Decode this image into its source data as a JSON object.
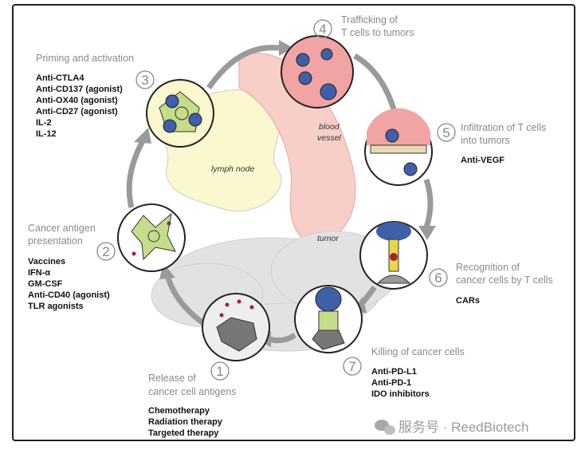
{
  "steps": [
    {
      "number": "1",
      "title": [
        "Release of",
        "cancer cell antigens"
      ],
      "therapies": [
        "Chemotherapy",
        "Radiation therapy",
        "Targeted therapy"
      ]
    },
    {
      "number": "2",
      "title": [
        "Cancer antigen",
        "presentation"
      ],
      "therapies": [
        "Vaccines",
        "IFN-α",
        "GM-CSF",
        "Anti-CD40 (agonist)",
        "TLR agonists"
      ]
    },
    {
      "number": "3",
      "title": [
        "Priming and activation"
      ],
      "therapies": [
        "Anti-CTLA4",
        "Anti-CD137 (agonist)",
        "Anti-OX40 (agonist)",
        "Anti-CD27 (agonist)",
        "IL-2",
        "IL-12"
      ]
    },
    {
      "number": "4",
      "title": [
        "Trafficking of",
        "T cells to tumors"
      ],
      "therapies": []
    },
    {
      "number": "5",
      "title": [
        "Infiltration of T cells",
        "into tumors"
      ],
      "therapies": [
        "Anti-VEGF"
      ]
    },
    {
      "number": "6",
      "title": [
        "Recognition of",
        "cancer cells by T cells"
      ],
      "therapies": [
        "CARs"
      ]
    },
    {
      "number": "7",
      "title": [
        "Killing of cancer cells"
      ],
      "therapies": [
        "Anti-PD-L1",
        "Anti-PD-1",
        "IDO inhibitors"
      ]
    }
  ],
  "labels": {
    "blood_vessel": [
      "blood",
      "vessel"
    ],
    "lymph_node": "lymph node",
    "tumor": "tumor"
  },
  "watermark": {
    "text": "服务号 · ReedBiotech",
    "icon": "wechat-icon"
  },
  "colors": {
    "arrow": "#9a9a9a",
    "t_cell": "#3f5fa8",
    "dendritic": "#c5dc8a",
    "vessel": "#f2b5ae",
    "lymph": "#fbf7cf",
    "tumor": "#d8d8d8",
    "antigen": "#a3222c"
  }
}
